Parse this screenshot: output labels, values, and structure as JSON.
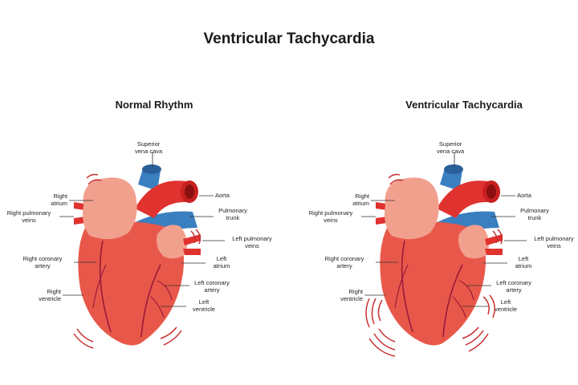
{
  "title": "Ventricular Tachycardia",
  "panels": [
    {
      "subtitle": "Normal Rhythm",
      "labels": {
        "superior_vena_cava": "Superior\nvena cava",
        "right_atrium": "Right\natrium",
        "aorta": "Aorta",
        "right_pulmonary_veins": "Right pulmonary\nveins",
        "pulmonary_trunk": "Pulmonary\ntrunk",
        "left_pulmonary_veins": "Left pulmonary\nveins",
        "right_coronary_artery": "Right coronary\nartery",
        "left_atrium": "Left\natrium",
        "left_coronary_artery": "Left coronary\nartery",
        "right_ventricle": "Right\nventricle",
        "left_ventricle": "Left\nventricle"
      }
    },
    {
      "subtitle": "Ventricular Tachycardia",
      "labels": {
        "superior_vena_cava": "Superior\nvena cava",
        "right_atrium": "Right\natrium",
        "aorta": "Aorta",
        "right_pulmonary_veins": "Right pulmonary\nveins",
        "pulmonary_trunk": "Pulmonary\ntrunk",
        "left_pulmonary_veins": "Left pulmonary\nveins",
        "right_coronary_artery": "Right coronary\nartery",
        "left_atrium": "Left\natrium",
        "left_coronary_artery": "Left coronary\nartery",
        "right_ventricle": "Right\nventricle",
        "left_ventricle": "Left\nventricle"
      }
    }
  ],
  "colors": {
    "muscle": "#e8584a",
    "muscle_light": "#f2a08e",
    "vein_blue": "#3a7fc0",
    "artery_red": "#e0322e",
    "vessel_line": "#9a1a3a",
    "vibration": "#c83030"
  }
}
